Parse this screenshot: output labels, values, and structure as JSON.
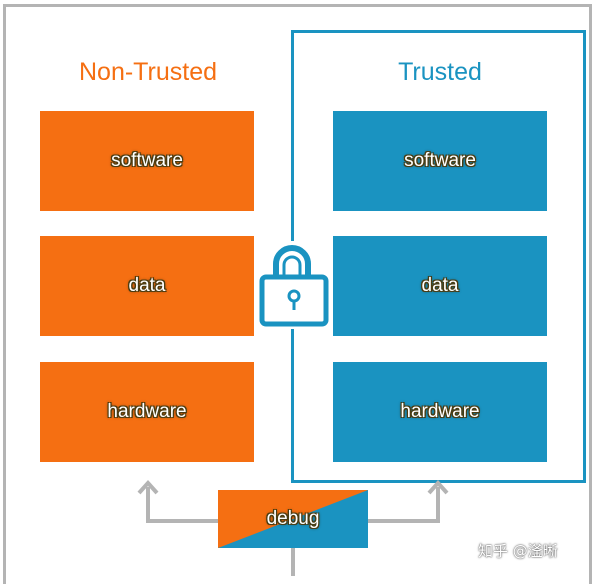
{
  "zones": {
    "non_trusted": {
      "title": "Non-Trusted",
      "color": "#f56f12"
    },
    "trusted": {
      "title": "Trusted",
      "color": "#1a93c1"
    }
  },
  "blocks": {
    "non_trusted": [
      "software",
      "data",
      "hardware"
    ],
    "trusted": [
      "software",
      "data",
      "hardware"
    ]
  },
  "lock": {
    "icon": "padlock-icon",
    "color": "#1a93c1"
  },
  "debug": {
    "label": "debug",
    "colors": [
      "#f56f12",
      "#1a93c1"
    ]
  },
  "connector_color": "#b4b4b4",
  "watermark": "知乎 @滏晰"
}
